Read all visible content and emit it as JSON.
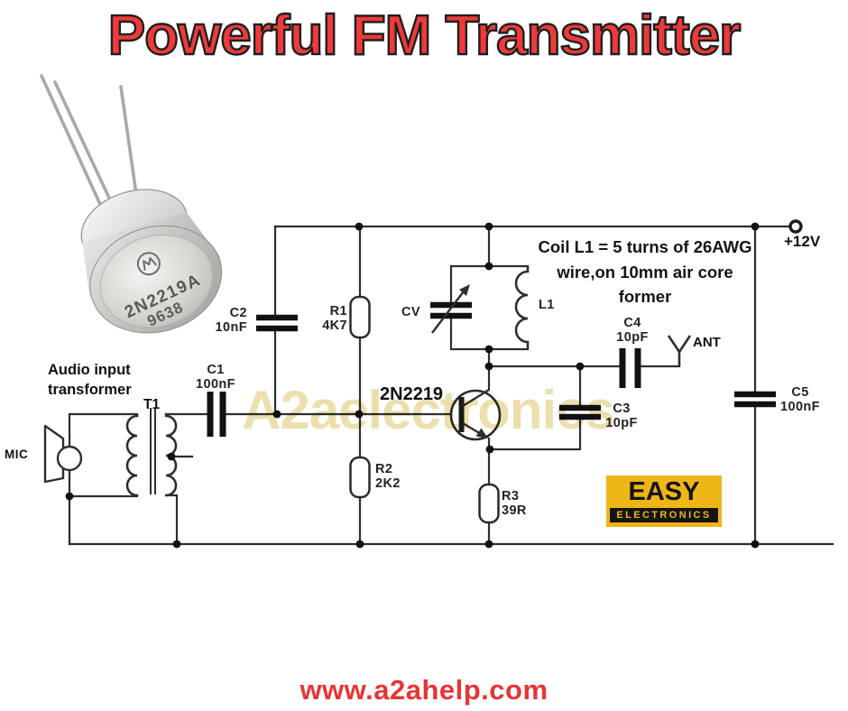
{
  "title": "Powerful FM Transmitter",
  "watermark": "A2aelectronics",
  "footer": {
    "url": "www.a2ahelp.com"
  },
  "photo": {
    "brand_icon": "motorola-m-icon",
    "part_number": "2N2219A",
    "date_code": "9638"
  },
  "note": {
    "line1": "Coil L1 = 5 turns of 26AWG",
    "line2": "wire,on 10mm air core",
    "line3": "former"
  },
  "labels": {
    "supply": "+12V",
    "antenna": "ANT",
    "mic": "MIC",
    "transformer_ref": "T1",
    "audio_line1": "Audio input",
    "audio_line2": "transformer",
    "transistor": "2N2219"
  },
  "components": {
    "c1": {
      "ref": "C1",
      "value": "100nF"
    },
    "c2": {
      "ref": "C2",
      "value": "10nF"
    },
    "c3": {
      "ref": "C3",
      "value": "10pF"
    },
    "c4": {
      "ref": "C4",
      "value": "10pF"
    },
    "c5": {
      "ref": "C5",
      "value": "100nF"
    },
    "r1": {
      "ref": "R1",
      "value": "4K7"
    },
    "r2": {
      "ref": "R2",
      "value": "2K2"
    },
    "r3": {
      "ref": "R3",
      "value": "39R"
    },
    "cv": {
      "ref": "CV"
    },
    "l1": {
      "ref": "L1"
    }
  },
  "brand": {
    "name": "EASY",
    "sub": "ELECTRONICS"
  },
  "colors": {
    "title_red": "#ee3a3a",
    "footer_red": "#e83433",
    "brand_yellow": "#eeb616",
    "watermark_tan": "#ecdfae",
    "wire_dark": "#2e2e2e"
  }
}
